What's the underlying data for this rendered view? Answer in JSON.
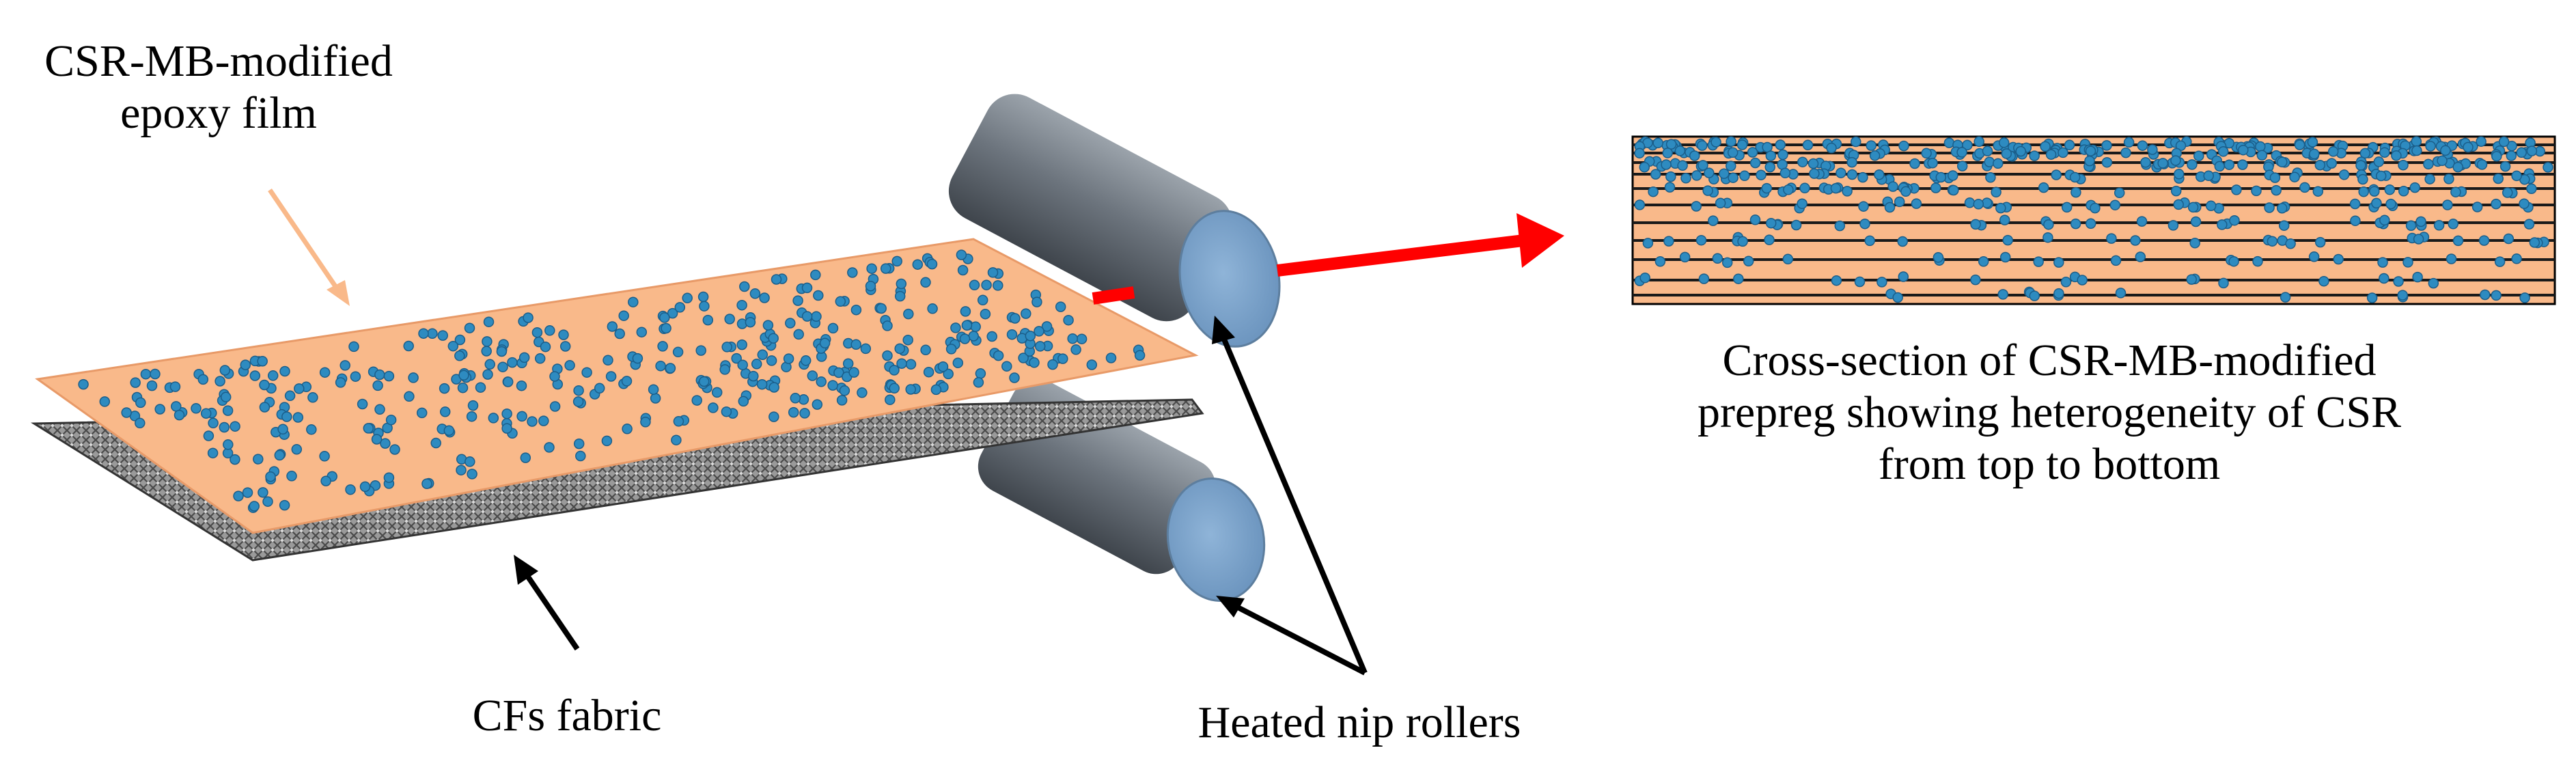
{
  "labels": {
    "film": {
      "line1": "CSR-MB-modified",
      "line2": "epoxy film"
    },
    "fabric": "CFs fabric",
    "rollers": "Heated nip rollers",
    "cross_section": {
      "line1": "Cross-section of CSR-MB-modified",
      "line2": "prepreg showing heterogeneity of CSR",
      "line3": "from top to bottom"
    }
  },
  "colors": {
    "film": "#f9b98a",
    "film_edge": "#e89a68",
    "particle": "#2e8bc0",
    "particle_edge": "#1b5e8a",
    "roller_body": "#6e7780",
    "roller_face": "#7da3c9",
    "fabric": "#8a8a8a",
    "arrow_red": "#ff0000",
    "film_pointer": "#f9b98a",
    "pointer_black": "#000000",
    "layer_line": "#1a1a1a"
  },
  "icons": {
    "film_pointer": "arrow-icon",
    "fabric_pointer": "arrow-icon",
    "roller_pointer": "arrow-icon",
    "process_arrow": "arrow-icon"
  }
}
